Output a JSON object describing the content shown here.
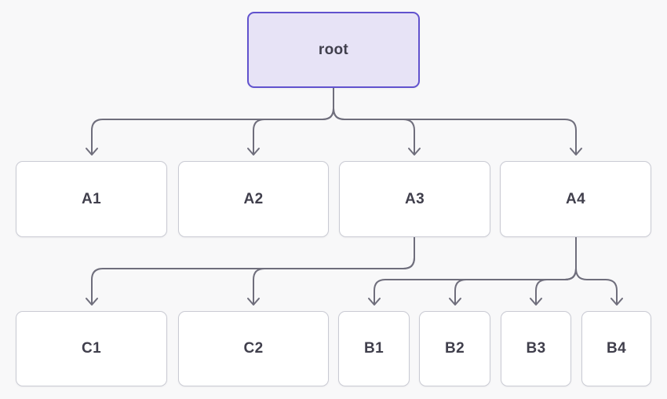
{
  "nodes": {
    "root": {
      "label": "root"
    },
    "a1": {
      "label": "A1"
    },
    "a2": {
      "label": "A2"
    },
    "a3": {
      "label": "A3"
    },
    "a4": {
      "label": "A4"
    },
    "c1": {
      "label": "C1"
    },
    "c2": {
      "label": "C2"
    },
    "b1": {
      "label": "B1"
    },
    "b2": {
      "label": "B2"
    },
    "b3": {
      "label": "B3"
    },
    "b4": {
      "label": "B4"
    }
  },
  "edges": [
    {
      "from": "root",
      "to": "A1"
    },
    {
      "from": "root",
      "to": "A2"
    },
    {
      "from": "root",
      "to": "A3"
    },
    {
      "from": "root",
      "to": "A4"
    },
    {
      "from": "A3",
      "to": "C1"
    },
    {
      "from": "A3",
      "to": "C2"
    },
    {
      "from": "A4",
      "to": "B1"
    },
    {
      "from": "A4",
      "to": "B2"
    },
    {
      "from": "A4",
      "to": "B3"
    },
    {
      "from": "A4",
      "to": "B4"
    }
  ],
  "colors": {
    "bg": "#f8f8f9",
    "node_fill": "#ffffff",
    "node_border": "#c9cad3",
    "root_fill": "#e7e3f6",
    "root_border": "#6152ce",
    "edge": "#6f6e7c",
    "label": "#403f4c"
  }
}
